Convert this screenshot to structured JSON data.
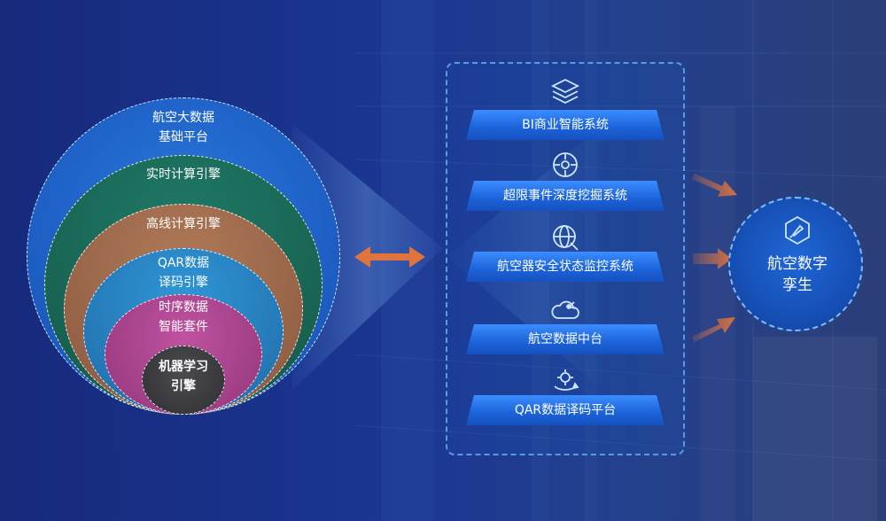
{
  "left_stack": {
    "layers": [
      {
        "lines": [
          "航空大数据",
          "基础平台"
        ],
        "color": "#1f64c8"
      },
      {
        "lines": [
          "实时计算引擎"
        ],
        "color": "#1b6a5a"
      },
      {
        "lines": [
          "高线计算引擎"
        ],
        "color": "#9a6a4e"
      },
      {
        "lines": [
          "QAR数据",
          "译码引擎"
        ],
        "color": "#2a83c2"
      },
      {
        "lines": [
          "时序数据",
          "智能套件"
        ],
        "color": "#b04888"
      },
      {
        "lines": [
          "机器学习",
          "引擎"
        ],
        "color": "#3a3a3e"
      }
    ]
  },
  "modules": [
    {
      "label": "BI商业智能系统",
      "icon": "stacked-layers-icon"
    },
    {
      "label": "超限事件深度挖掘系统",
      "icon": "target-nodes-icon"
    },
    {
      "label": "航空器安全状态监控系统",
      "icon": "globe-wrench-icon"
    },
    {
      "label": "航空数据中台",
      "icon": "cloud-network-icon"
    },
    {
      "label": "QAR数据译码平台",
      "icon": "gear-cycle-icon"
    }
  ],
  "twin": {
    "lines": [
      "航空数字",
      "孪生"
    ],
    "icon": "rocket-hexagon-icon"
  },
  "colors": {
    "arrow": "#e0733e",
    "accent": "#3b8dff"
  }
}
